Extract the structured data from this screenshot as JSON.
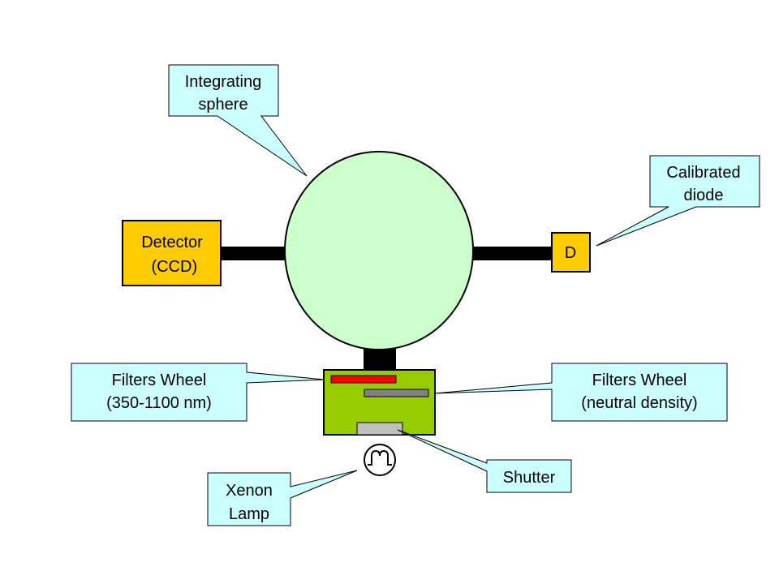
{
  "colors": {
    "sphere": "#ccffcc",
    "detector": "#ffcc00",
    "filter_box": "#99cc00",
    "callout": "#ccffff",
    "red_filter": "#ff0000",
    "nd_filter": "#808080",
    "shutter": "#c0c0c0",
    "connector": "#000000"
  },
  "icons": {
    "lamp": "xenon-lamp-icon"
  },
  "labels": {
    "integrating_sphere": [
      "Integrating",
      "sphere"
    ],
    "calibrated_diode": [
      "Calibrated",
      "diode"
    ],
    "detector": [
      "Detector",
      " (CCD)"
    ],
    "diode_box": "D",
    "filters_wheel_left": [
      "Filters Wheel",
      "(350-1100 nm)"
    ],
    "filters_wheel_right": [
      "Filters Wheel",
      "(neutral density)"
    ],
    "shutter": "Shutter",
    "xenon_lamp": [
      "Xenon",
      "Lamp"
    ]
  }
}
